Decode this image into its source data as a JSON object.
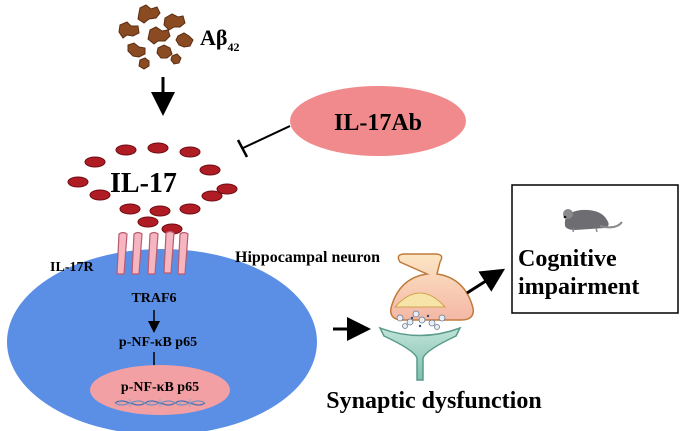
{
  "abeta": {
    "main": "Aβ",
    "sub": "42"
  },
  "antibody": {
    "label": "IL-17Ab",
    "color": "#f08a8c"
  },
  "cytokine": {
    "label": "IL-17",
    "particle_color": "#b01c24"
  },
  "receptor": {
    "label": "IL-17R",
    "color": "#f6b6c0"
  },
  "neuron": {
    "label": "Hippocampal neuron",
    "cell_color": "#5b8fe6",
    "nucleus_color": "#f2a0a4",
    "pathway": {
      "traf6": "TRAF6",
      "nfkb_cyto": "p-NF-κB p65",
      "nfkb_nuc": "p-NF-κB p65"
    }
  },
  "synapse": {
    "label": "Synaptic dysfunction"
  },
  "outcome": {
    "line1": "Cognitive",
    "line2": "impairment"
  },
  "icons": [
    "amyloid-beta-aggregate-icon",
    "il17-particle-icon",
    "receptor-icon",
    "synapse-icon",
    "dna-icon",
    "mouse-icon"
  ]
}
